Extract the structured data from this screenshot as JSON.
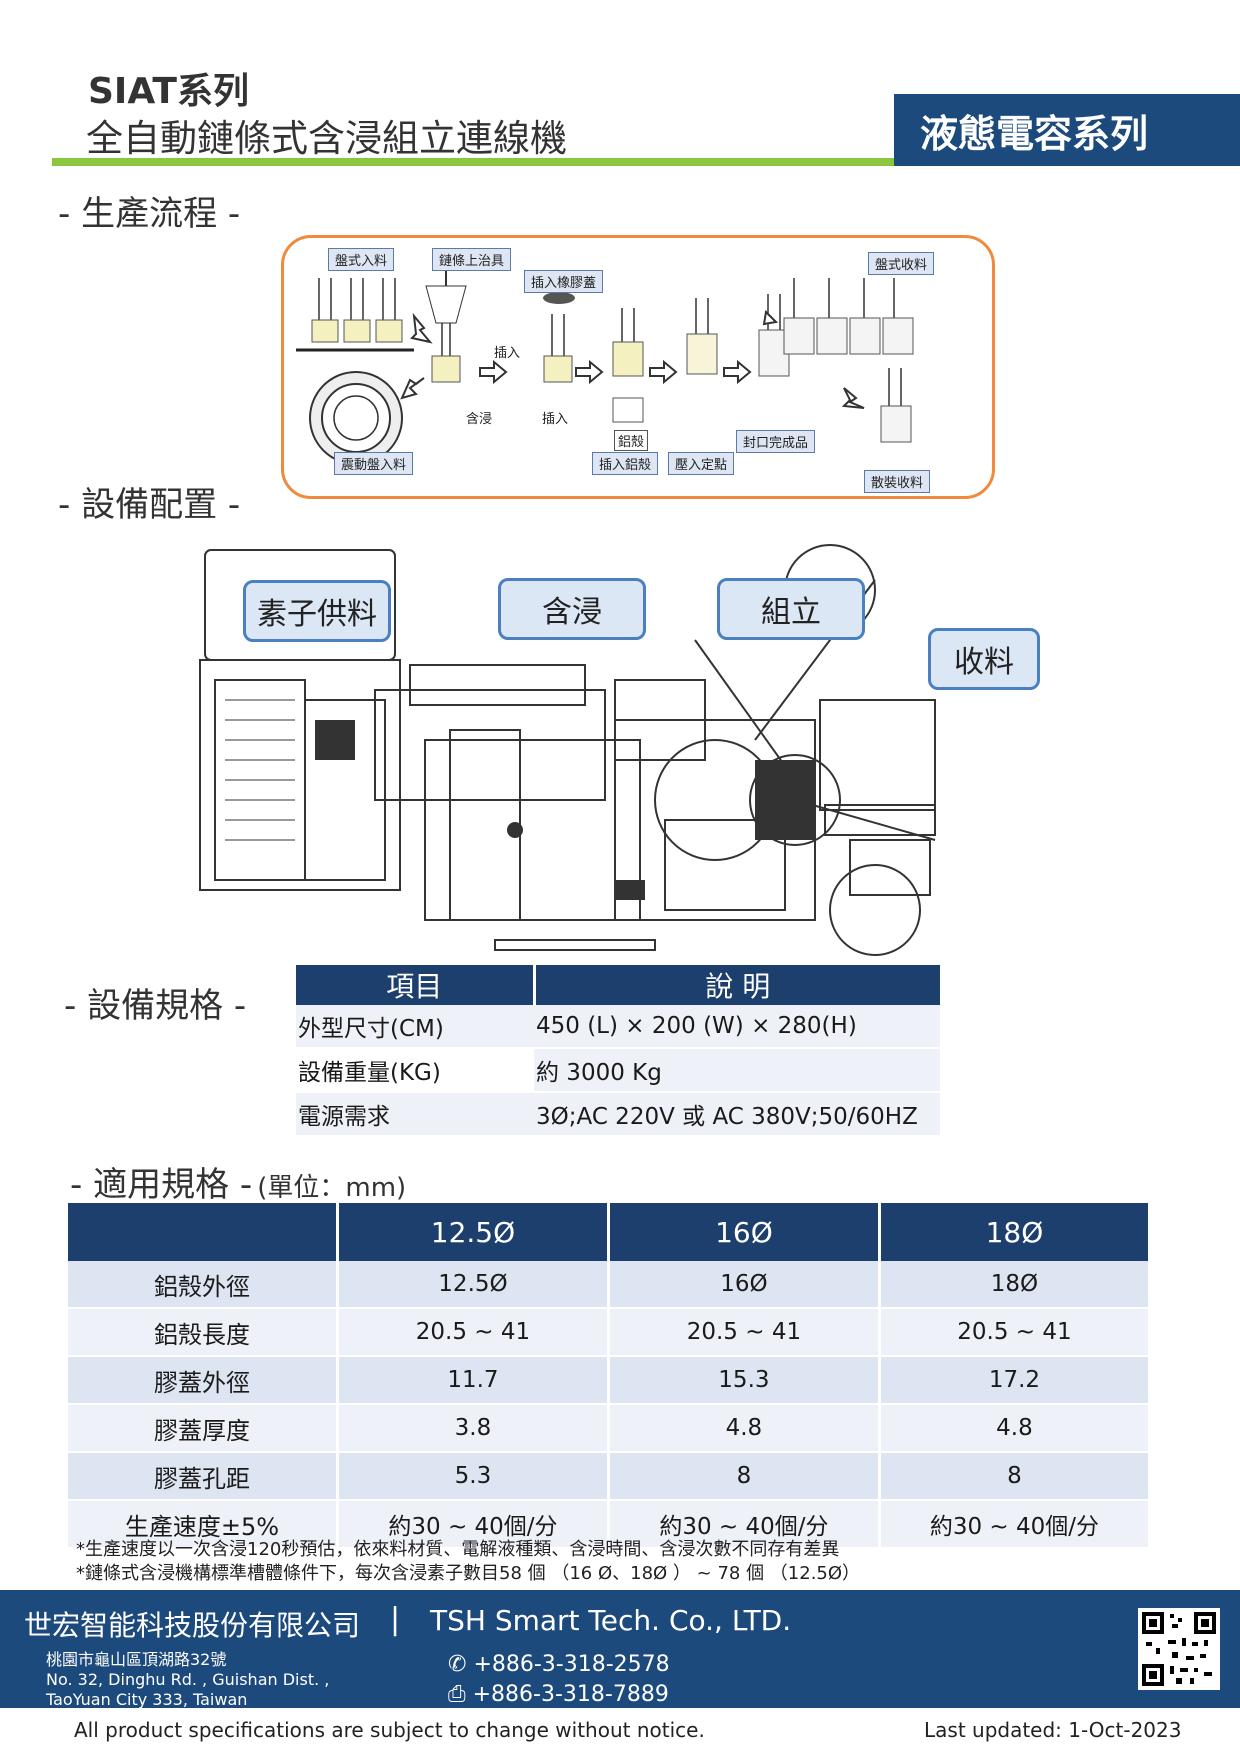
{
  "header": {
    "series": "SIAT系列",
    "title": "全自動鏈條式含浸組立連線機",
    "category": "液態電容系列"
  },
  "sections": {
    "flow": "- 生產流程 -",
    "layout": "- 設備配置 -",
    "spec": "- 設備規格 -",
    "apply": "- 適用規格 -",
    "apply_unit": "(單位：mm)"
  },
  "flow": {
    "labels": {
      "tray_in": "盤式入料",
      "chain_jig": "鏈條上治具",
      "insert_rubber": "插入橡膠蓋",
      "tray_out": "盤式收料",
      "vibrate_in": "震動盤入料",
      "insert_al": "插入鋁殼",
      "press_fix": "壓入定點",
      "seal_done": "封口完成品",
      "bulk_out": "散裝收料"
    },
    "texts": {
      "insert1": "插入",
      "impregnate": "含浸",
      "insert2": "插入",
      "al_case": "鋁殼"
    }
  },
  "layout": {
    "zones": {
      "feed": "素子供料",
      "impregnate": "含浸",
      "assemble": "組立",
      "collect": "收料"
    }
  },
  "spec_table": {
    "headers": [
      "項目",
      "說 明"
    ],
    "rows": [
      [
        "外型尺寸(CM)",
        "450 (L) × 200 (W) × 280(H)"
      ],
      [
        "設備重量(KG)",
        "約 3000 Kg"
      ],
      [
        "電源需求",
        "3Ø;AC 220V 或 AC 380V;50/60HZ"
      ]
    ]
  },
  "apply_table": {
    "headers": [
      "",
      "12.5Ø",
      "16Ø",
      "18Ø"
    ],
    "rows": [
      [
        "鋁殼外徑",
        "12.5Ø",
        "16Ø",
        "18Ø"
      ],
      [
        "鋁殼長度",
        "20.5 ~ 41",
        "20.5 ~ 41",
        "20.5 ~ 41"
      ],
      [
        "膠蓋外徑",
        "11.7",
        "15.3",
        "17.2"
      ],
      [
        "膠蓋厚度",
        "3.8",
        "4.8",
        "4.8"
      ],
      [
        "膠蓋孔距",
        "5.3",
        "8",
        "8"
      ],
      [
        "生產速度±5%",
        "約30 ~ 40個/分",
        "約30 ~ 40個/分",
        "約30 ~ 40個/分"
      ]
    ]
  },
  "notes": [
    "*生產速度以一次含浸120秒預估，依來料材質、電解液種類、含浸時間、含浸次數不同存有差異",
    "*鏈條式含浸機構標準槽體條件下，每次含浸素子數目58 個 （16 Ø、18Ø ） ~ 78 個 （12.5Ø）"
  ],
  "footer": {
    "company_cn": "世宏智能科技股份有限公司",
    "separator": "|",
    "company_en": "TSH Smart Tech. Co., LTD.",
    "address": [
      "桃園市龜山區頂湖路32號",
      "No. 32, Dinghu Rd. , Guishan Dist. ,",
      "TaoYuan City 333, Taiwan"
    ],
    "phone": "+886-3-318-2578",
    "fax": "+886-3-318-7889",
    "phone_icon": "phone-icon",
    "fax_icon": "fax-icon"
  },
  "bottom": {
    "disclaimer": "All product specifications are subject to change without notice.",
    "updated": "Last updated: 1-Oct-2023"
  },
  "colors": {
    "navy": "#1d4a7c",
    "green": "#8cc63f",
    "orange": "#f08a3c"
  }
}
